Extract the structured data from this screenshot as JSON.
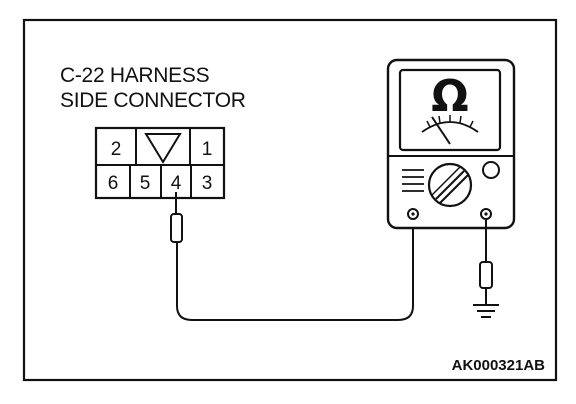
{
  "title_lines": [
    "C-22 HARNESS",
    "SIDE CONNECTOR"
  ],
  "connector_pins": {
    "top_row": [
      "2",
      "1"
    ],
    "bottom_row": [
      "6",
      "5",
      "4",
      "3"
    ]
  },
  "meter_symbol": "Ω",
  "figure_code": "AK000321AB",
  "icons": [
    "connector-lock-triangle-icon",
    "ohmmeter-icon",
    "ground-symbol-icon",
    "test-probe-icon"
  ]
}
